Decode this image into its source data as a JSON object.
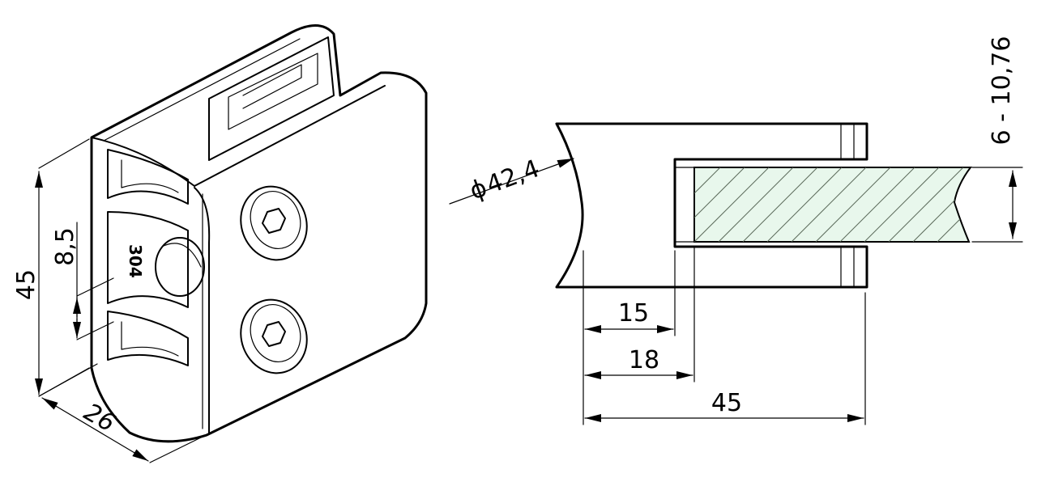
{
  "drawing": {
    "colors": {
      "line": "#000000",
      "glass_fill": "#e8f7ec",
      "background": "#ffffff"
    },
    "iso_view": {
      "dimensions": {
        "height": "45",
        "slot": "8,5",
        "depth": "26"
      },
      "engraving": "304"
    },
    "section_view": {
      "dimensions": {
        "pipe_diameter": "42,4",
        "diameter_symbol": "ϕ",
        "glass_thickness": "6 - 10,76",
        "inner_depth_1": "15",
        "inner_depth_2": "18",
        "total_length": "45"
      }
    }
  }
}
